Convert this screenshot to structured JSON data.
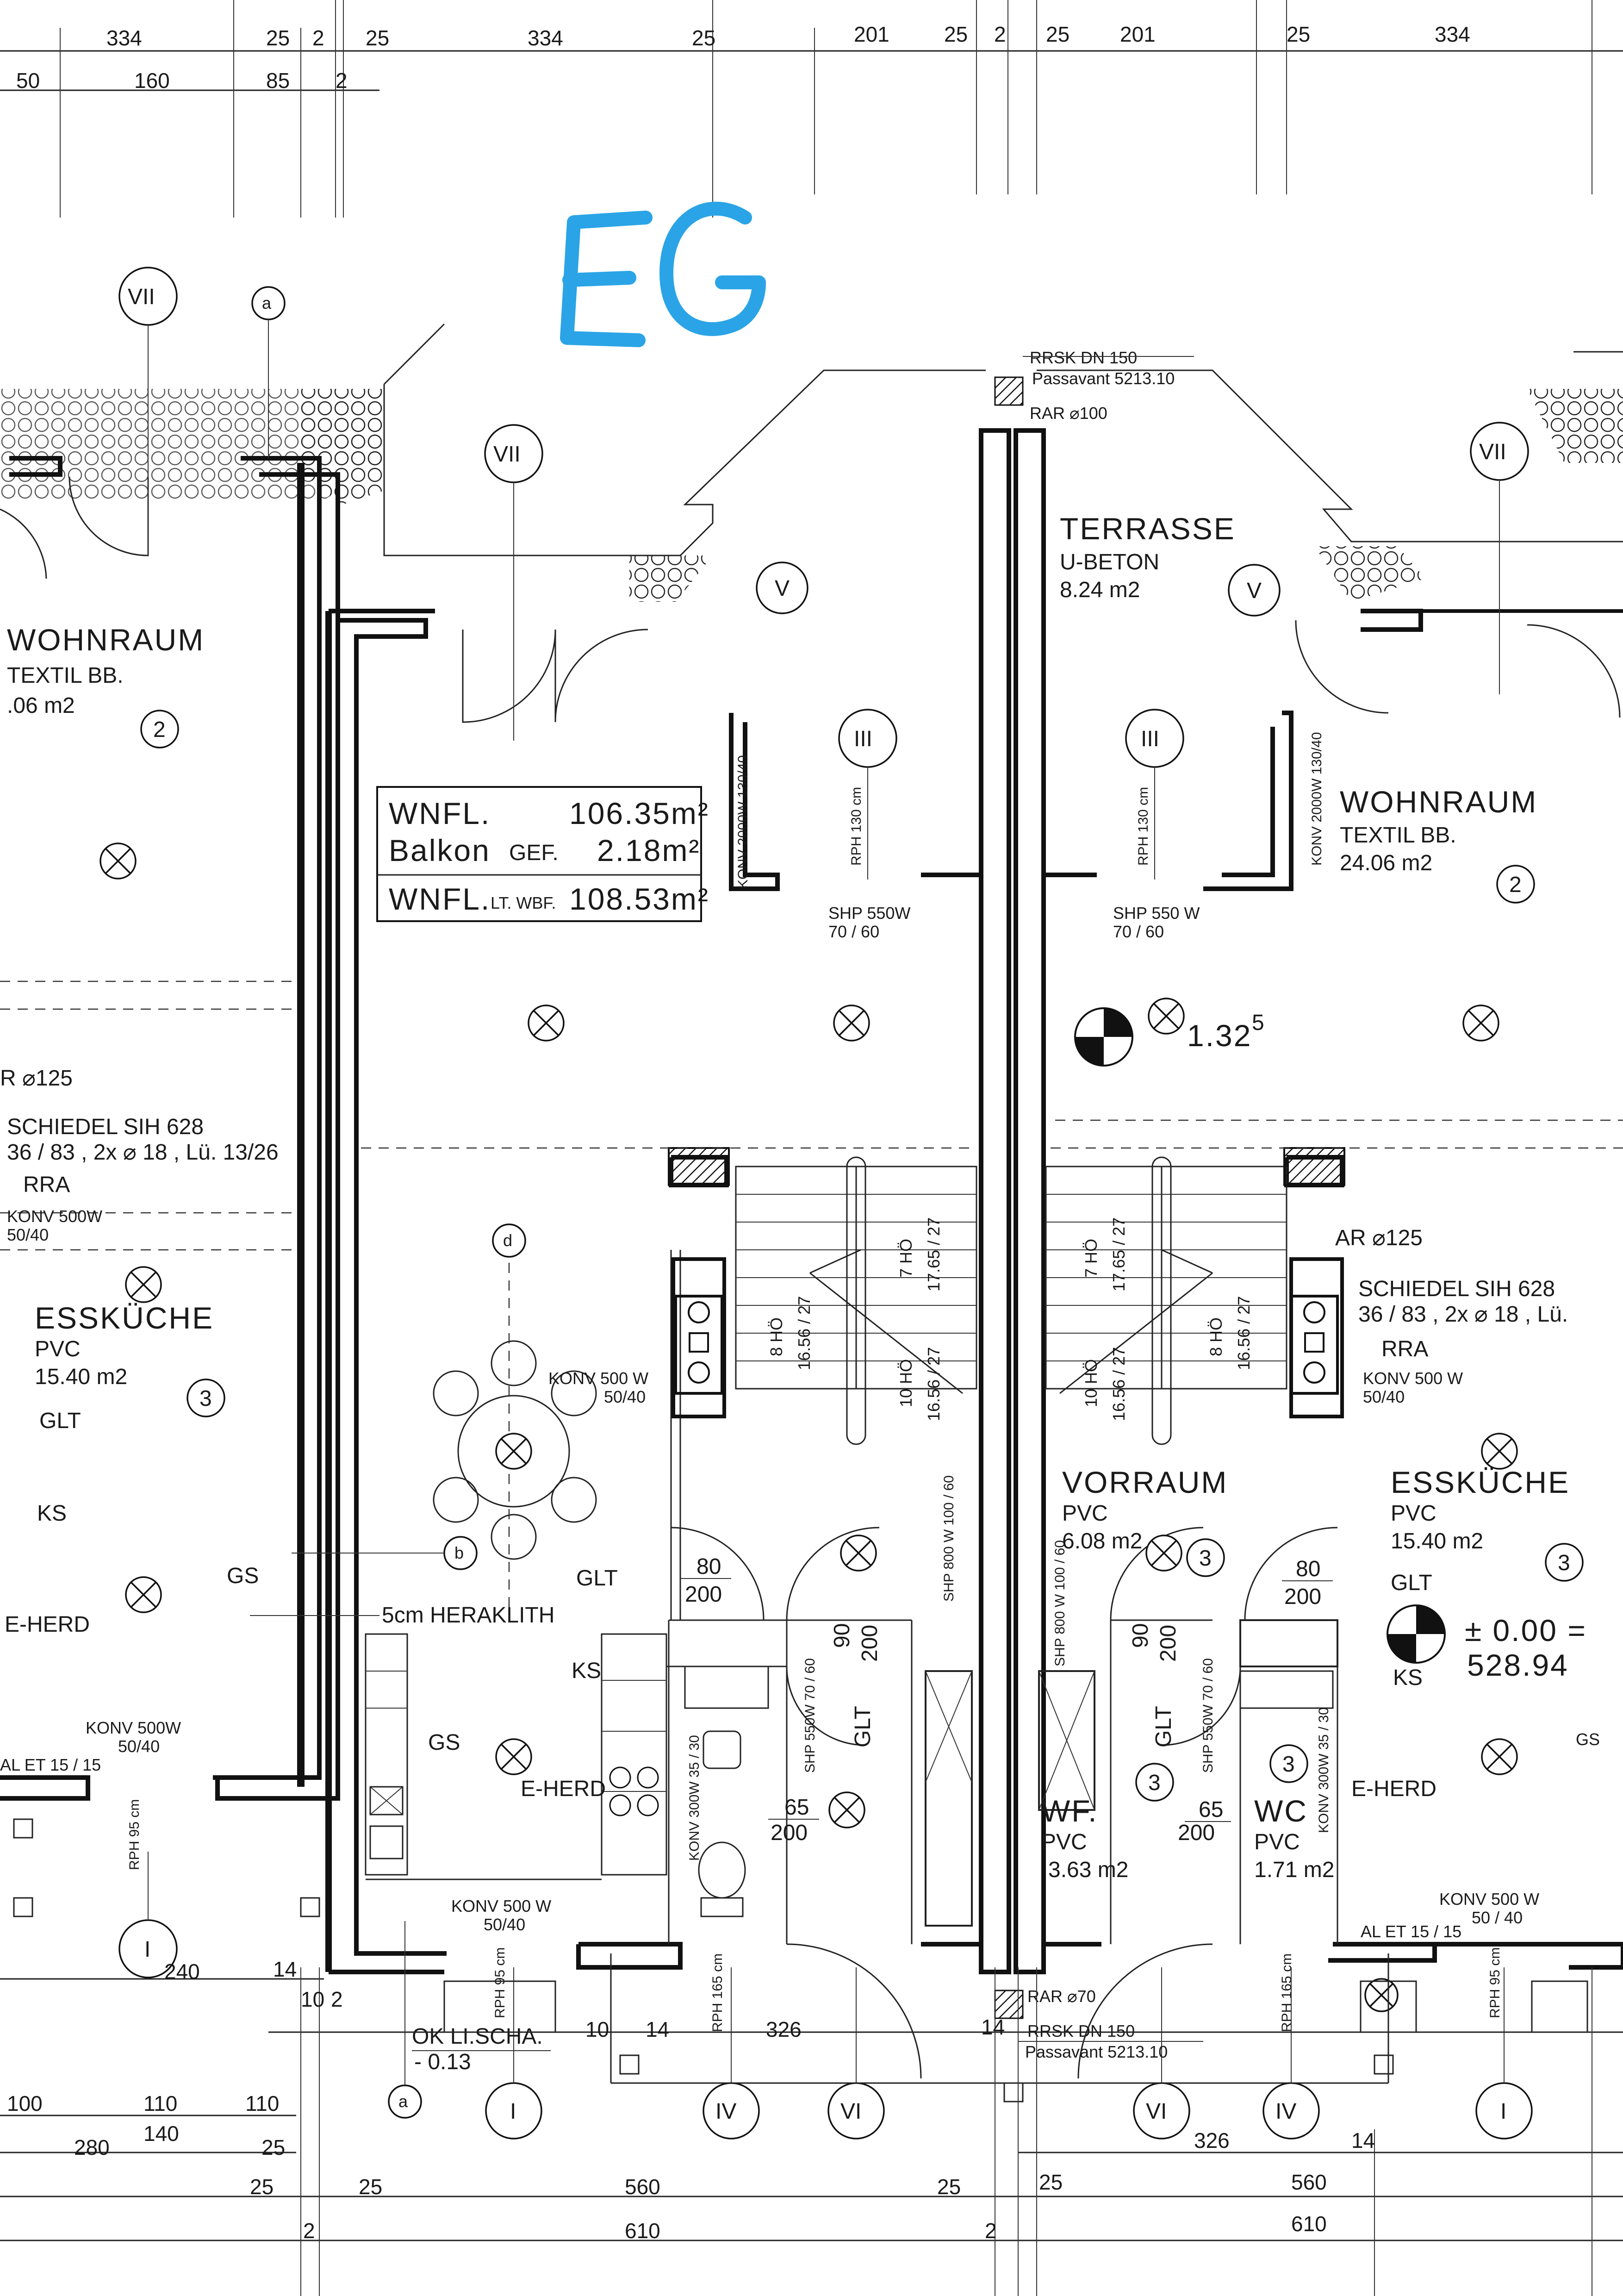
{
  "stamp": {
    "label": "EG",
    "color": "#2aa4e6"
  },
  "dims_top_row1": [
    "334",
    "25",
    "2",
    "25",
    "334",
    "25",
    "201",
    "25",
    "2",
    "25",
    "201",
    "25",
    "334"
  ],
  "dims_top_row2": [
    "50",
    "160",
    "85",
    "2"
  ],
  "axes": {
    "VII": "VII",
    "V": "V",
    "III": "III",
    "I": "I",
    "IV": "IV",
    "VI": "VI",
    "a": "a",
    "b": "b",
    "d": "d"
  },
  "roof_notes": {
    "rrsk_top": "RRSK  DN 150",
    "passavant_top": "Passavant  5213.10",
    "rar_top": "RAR ⌀100",
    "rrsk_bottom": "RRSK  DN 150",
    "passavant_bottom": "Passavant  5213.10",
    "rar_bottom": "RAR ⌀70"
  },
  "terrace": {
    "name": "TERRASSE",
    "finish": "U-BETON",
    "area": "8.24 m2"
  },
  "area_box": {
    "wnfl_label": "WNFL.",
    "wnfl_value": "106.35m²",
    "balkon_label": "Balkon",
    "balkon_note": "GEF.",
    "balkon_value": "2.18m²",
    "total_label": "WNFL.",
    "total_note": "LT. WBF.",
    "total_value": "108.53m²"
  },
  "rooms": {
    "wohnraum_left": {
      "name": "WOHNRAUM",
      "finish": "TEXTIL BB.",
      "area": ".06  m2",
      "num": "2"
    },
    "wohnraum_right": {
      "name": "WOHNRAUM",
      "finish": "TEXTIL BB.",
      "area": "24.06  m2",
      "num": "2"
    },
    "esskueche_left": {
      "name": "ESSKÜCHE",
      "finish": "PVC",
      "area": "15.40 m2",
      "num": "3"
    },
    "esskueche_right": {
      "name": "ESSKÜCHE",
      "finish": "PVC",
      "area": "15.40 m2",
      "num": "3"
    },
    "vorraum": {
      "name": "VORRAUM",
      "finish": "PVC",
      "area": "6.08 m2",
      "num": "3"
    },
    "wc_right": {
      "name": "WC",
      "finish": "PVC",
      "area": "1.71 m2",
      "num": "3"
    },
    "wf": {
      "name": "WF.",
      "finish": "PVC",
      "area": "3.63   m2",
      "num": "3"
    }
  },
  "stairs": {
    "left_a": "8 HÖ",
    "left_a_dim": "16.56 / 27",
    "left_b": "7 HÖ",
    "left_b_dim": "17.65 / 27",
    "left_c": "10 HÖ",
    "left_c_dim": "16.56 / 27",
    "right_a": "7 HÖ",
    "right_a_dim": "17.65 / 27",
    "right_b": "8 HÖ",
    "right_b_dim": "16.56 / 27",
    "right_c": "10 HÖ",
    "right_c_dim": "16.56 / 27"
  },
  "chimney": {
    "rar_left": "R ⌀125",
    "schiedel_left": "SCHIEDEL   SIH  628",
    "schiedel_left_spec": "36 / 83  ,  2x ⌀ 18  ,  Lü. 13/26",
    "rra_left": "RRA",
    "rar_right": "AR  ⌀125",
    "schiedel_right": "SCHIEDEL   SIH  628",
    "schiedel_right_spec": "36 / 83  ,  2x ⌀ 18  ,  Lü.",
    "rra_right": "RRA"
  },
  "heaters": {
    "konv_2000": "KONV 2000W  130/40",
    "shp_550_left": "SHP  550W",
    "shp_550_left_dim": "70 / 60",
    "shp_550_right": "SHP  550 W",
    "shp_550_right_dim": "70 / 60",
    "rph_130": "RPH 130 cm",
    "konv_500_left": "KONV  500W",
    "konv_500_left_dim": "50/40",
    "konv_500_mid": "KONV  500 W",
    "konv_500_mid_dim": "50/40",
    "konv_500_right": "KONV  500 W",
    "konv_500_right_dim": "50/40",
    "konv_500_bl": "KONV  500W",
    "konv_500_bl_dim": "50/40",
    "konv_500_bm": "KONV  500 W",
    "konv_500_bm_dim": "50/40",
    "konv_500_br": "KONV  500 W",
    "konv_500_br_dim": "50 / 40",
    "shp_800_left": "SHP  800 W  100 / 60",
    "shp_800_right": "SHP  800 W  100 / 60",
    "shp_550_wc": "SHP 550W  70 / 60",
    "konv_300": "KONV  300W  35 / 30",
    "rph_95": "RPH  95 cm",
    "rph_165": "RPH  165 cm"
  },
  "doors": {
    "d80_200_left": [
      "80",
      "200"
    ],
    "d80_200_right": [
      "80",
      "200"
    ],
    "d90_200_left": [
      "90",
      "200"
    ],
    "d90_200_right": [
      "90",
      "200"
    ],
    "d65_200_left": [
      "65",
      "200"
    ],
    "d65_200_right": [
      "65",
      "200"
    ]
  },
  "symbols": {
    "glt": "GLT",
    "ks": "KS",
    "gs": "GS",
    "e_herd": "E-HERD",
    "heraklith": "5cm  HERAKLITH",
    "al_et": "AL  ET  15 / 15",
    "ok_lischa": "OK  LI.SCHA.",
    "ok_lischa_val": "- 0.13",
    "level_mark": "1.32",
    "level_sup": "5",
    "zero_level": "± 0.00 =",
    "zero_abs": "528.94"
  },
  "dims_bottom": {
    "d240": "240",
    "d14a": "14",
    "d10": "10",
    "d2a": "2",
    "d10b": "10",
    "d14b": "14",
    "d326a": "326",
    "d14c": "14",
    "d100": "100",
    "d110a": "110",
    "d110b": "110",
    "d140": "140",
    "d280": "280",
    "d25a": "25",
    "d25b": "25",
    "d25c": "25",
    "d2b": "2",
    "d560a": "560",
    "d25d": "25",
    "d25e": "25",
    "d560b": "560",
    "d610a": "610",
    "d2c": "2",
    "d610b": "610",
    "d326b": "326",
    "d14d": "14"
  }
}
